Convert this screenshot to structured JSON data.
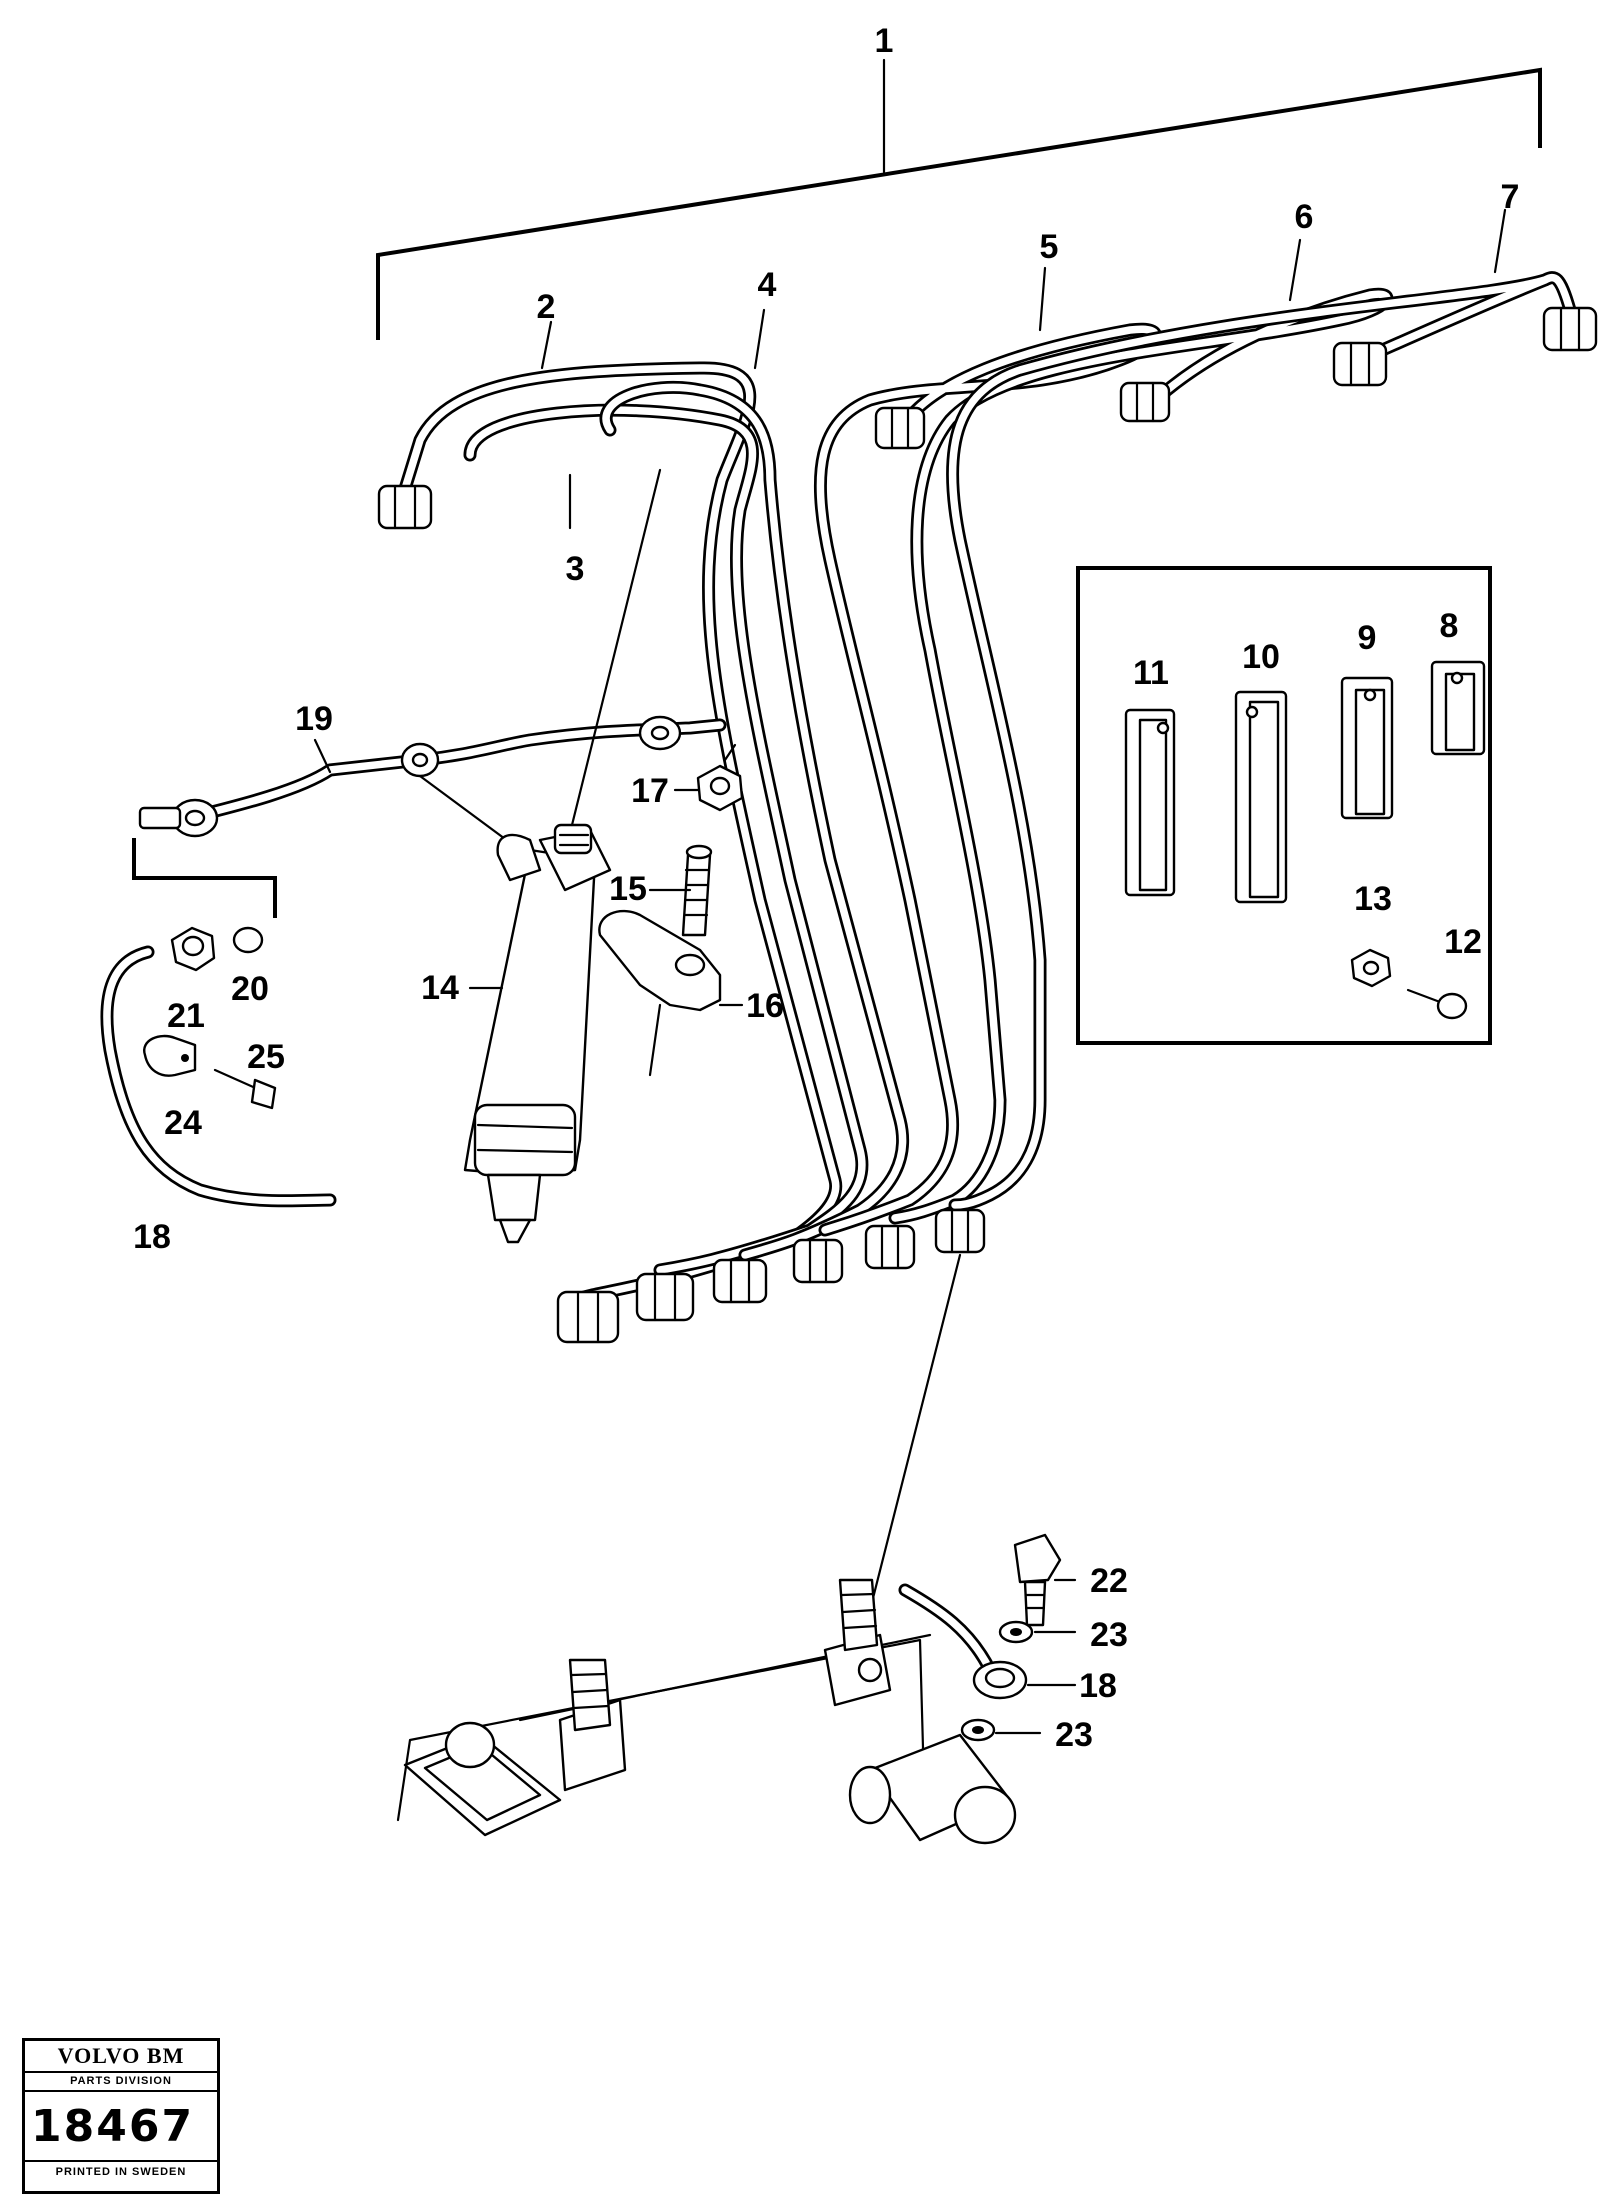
{
  "diagram": {
    "callouts": [
      {
        "id": "c1",
        "label": "1"
      },
      {
        "id": "c2",
        "label": "2"
      },
      {
        "id": "c3",
        "label": "3"
      },
      {
        "id": "c4",
        "label": "4"
      },
      {
        "id": "c5",
        "label": "5"
      },
      {
        "id": "c6",
        "label": "6"
      },
      {
        "id": "c7",
        "label": "7"
      },
      {
        "id": "c8",
        "label": "8"
      },
      {
        "id": "c9",
        "label": "9"
      },
      {
        "id": "c10",
        "label": "10"
      },
      {
        "id": "c11",
        "label": "11"
      },
      {
        "id": "c12",
        "label": "12"
      },
      {
        "id": "c13",
        "label": "13"
      },
      {
        "id": "c14",
        "label": "14"
      },
      {
        "id": "c15",
        "label": "15"
      },
      {
        "id": "c16",
        "label": "16"
      },
      {
        "id": "c17",
        "label": "17"
      },
      {
        "id": "c18a",
        "label": "18"
      },
      {
        "id": "c18b",
        "label": "18"
      },
      {
        "id": "c19",
        "label": "19"
      },
      {
        "id": "c20",
        "label": "20"
      },
      {
        "id": "c21",
        "label": "21"
      },
      {
        "id": "c22",
        "label": "22"
      },
      {
        "id": "c23a",
        "label": "23"
      },
      {
        "id": "c23b",
        "label": "23"
      },
      {
        "id": "c24",
        "label": "24"
      },
      {
        "id": "c25",
        "label": "25"
      }
    ]
  },
  "stamp": {
    "brand": "VOLVO BM",
    "division": "PARTS DIVISION",
    "number": "18467",
    "printed": "PRINTED IN SWEDEN"
  }
}
